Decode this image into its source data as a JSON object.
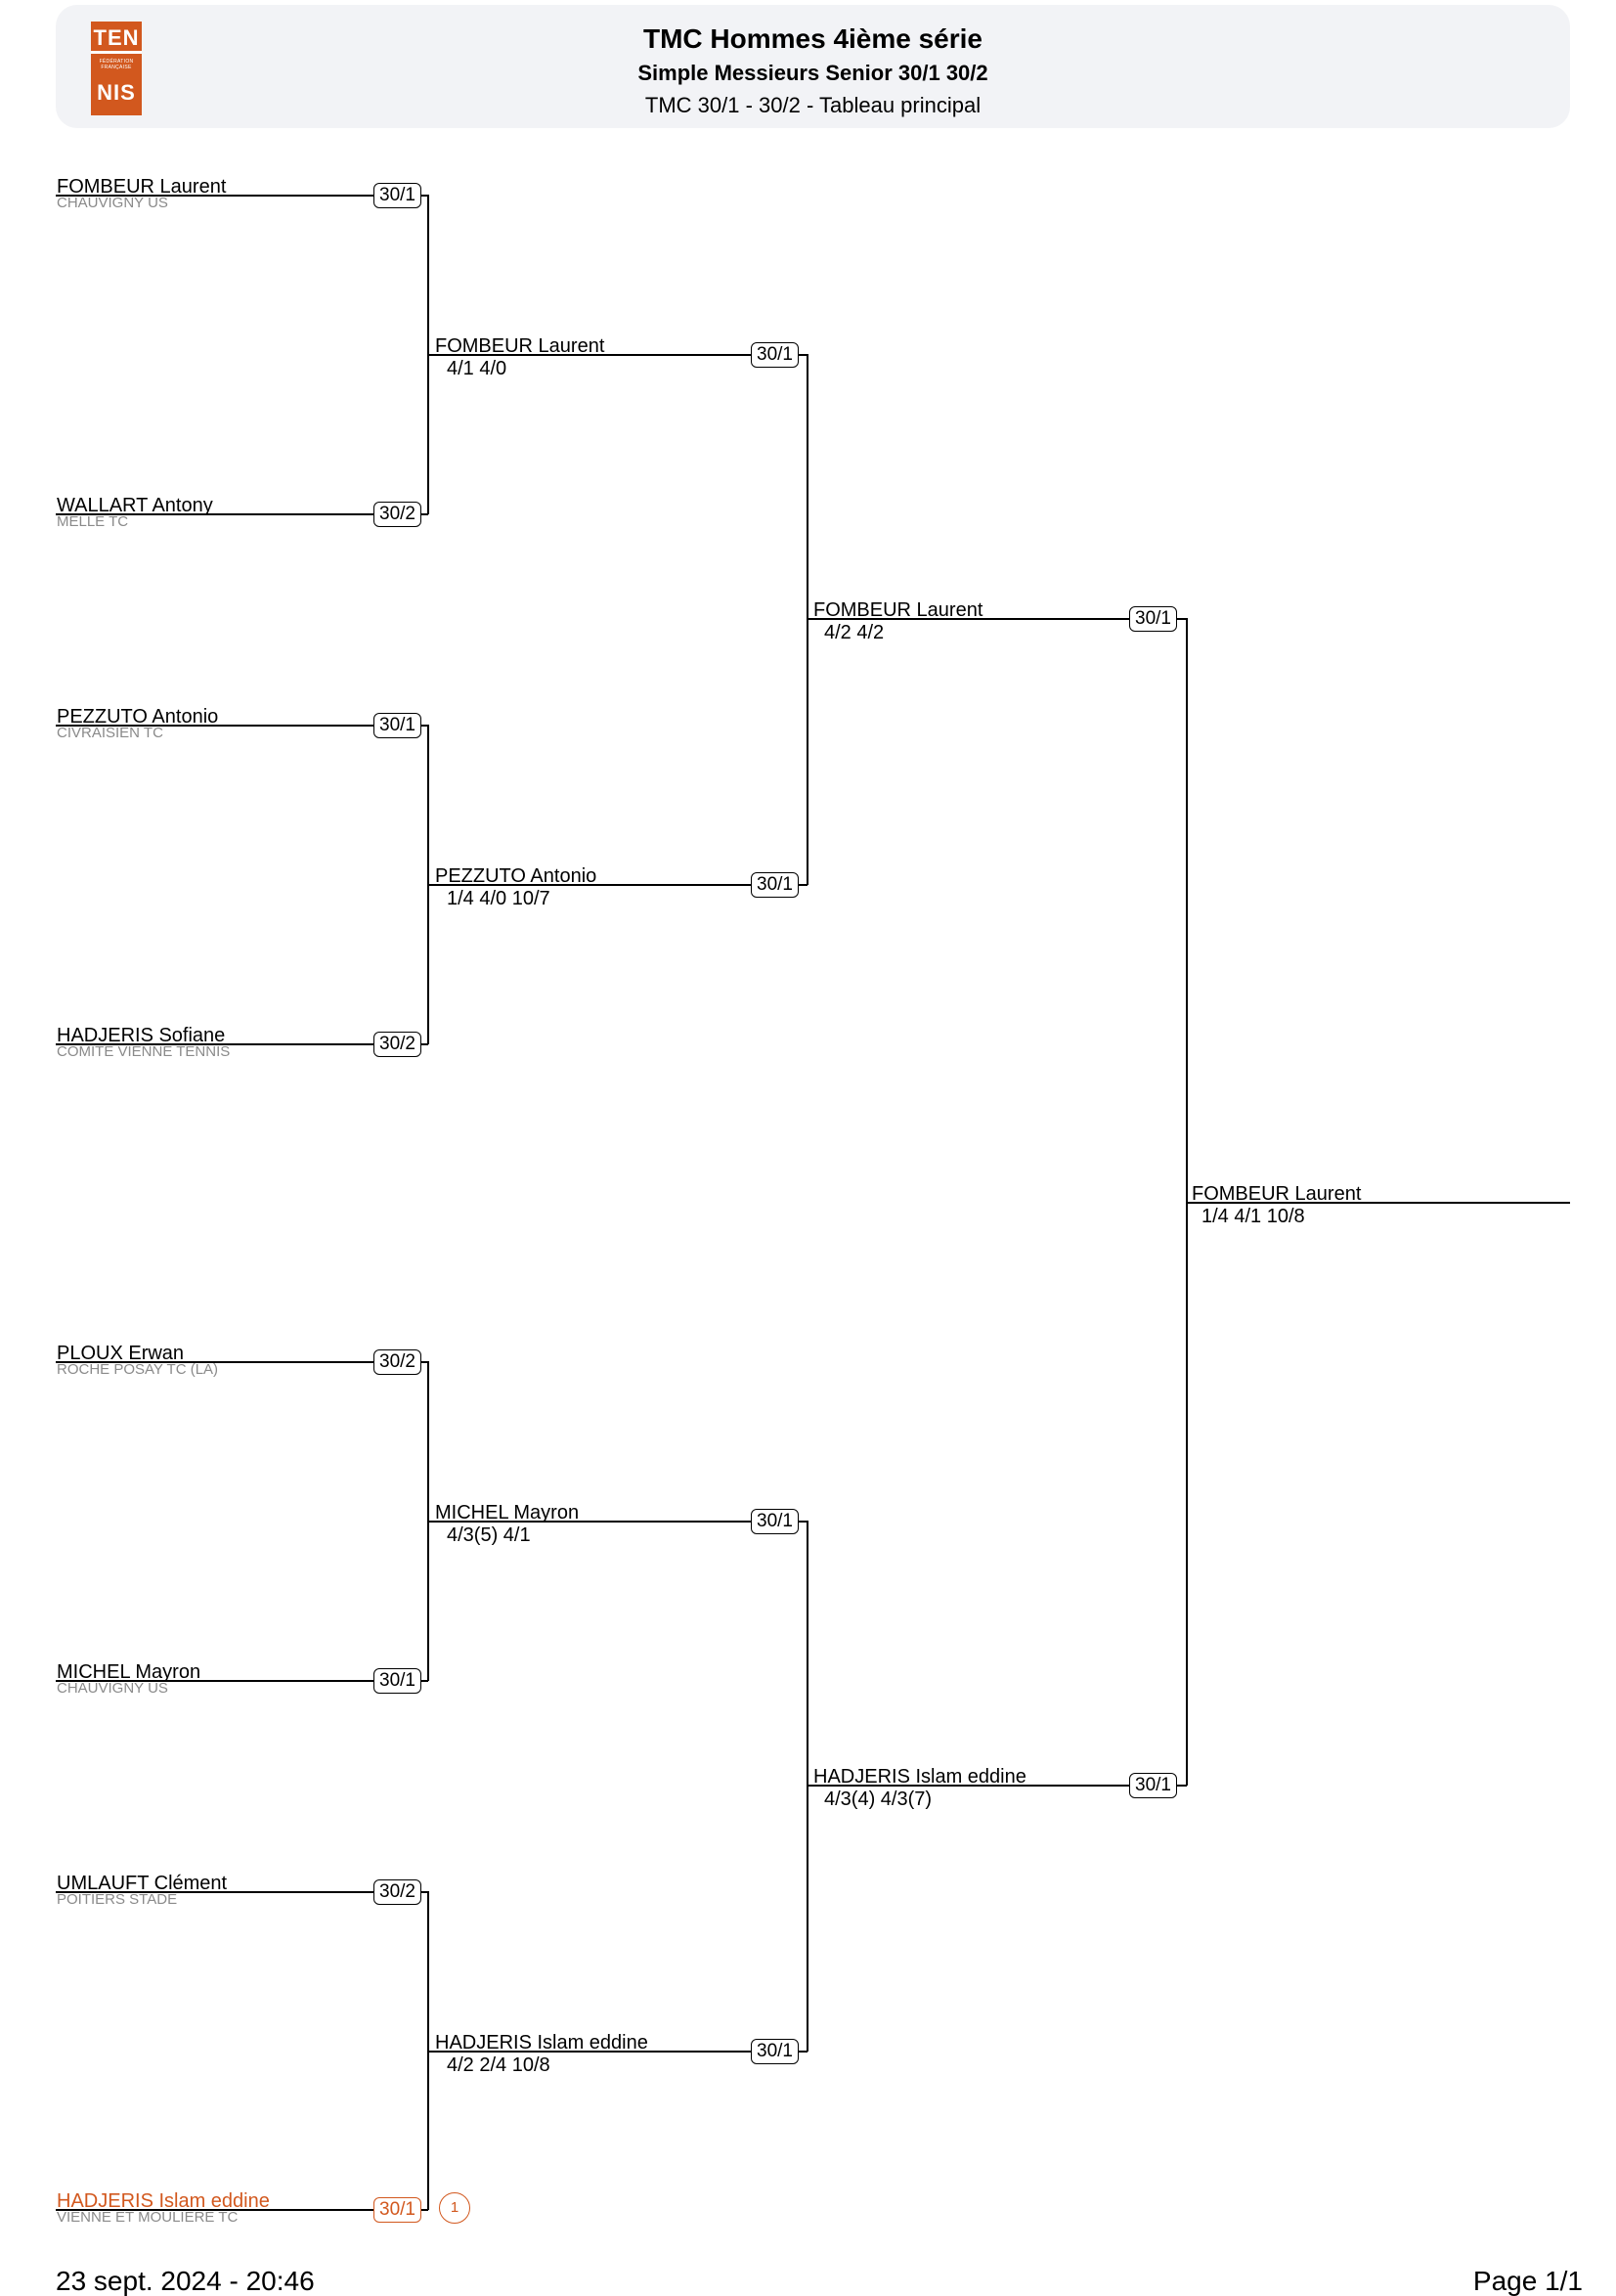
{
  "header": {
    "logo_top": "TEN",
    "logo_small": "FÉDÉRATION FRANÇAISE",
    "logo_bottom": "NIS",
    "title": "TMC Hommes 4ième série",
    "subtitle": "Simple Messieurs Senior 30/1 30/2",
    "draw": "TMC 30/1 - 30/2 - Tableau principal"
  },
  "round1": [
    {
      "name": "FOMBEUR Laurent",
      "club": "CHAUVIGNY US",
      "rank": "30/1"
    },
    {
      "name": "WALLART Antony",
      "club": "MELLE TC",
      "rank": "30/2"
    },
    {
      "name": "PEZZUTO Antonio",
      "club": "CIVRAISIEN TC",
      "rank": "30/1"
    },
    {
      "name": "HADJERIS Sofiane",
      "club": "COMITE VIENNE TENNIS",
      "rank": "30/2"
    },
    {
      "name": "PLOUX Erwan",
      "club": "ROCHE POSAY TC  (LA)",
      "rank": "30/2"
    },
    {
      "name": "MICHEL Mayron",
      "club": "CHAUVIGNY US",
      "rank": "30/1"
    },
    {
      "name": "UMLAUFT Clément",
      "club": "POITIERS STADE",
      "rank": "30/2"
    },
    {
      "name": "HADJERIS Islam eddine",
      "club": "VIENNE ET MOULIERE TC",
      "rank": "30/1",
      "seed": "1"
    }
  ],
  "round2": [
    {
      "name": "FOMBEUR Laurent",
      "score": "4/1 4/0",
      "rank": "30/1"
    },
    {
      "name": "PEZZUTO Antonio",
      "score": "1/4 4/0 10/7",
      "rank": "30/1"
    },
    {
      "name": "MICHEL Mayron",
      "score": "4/3(5) 4/1",
      "rank": "30/1"
    },
    {
      "name": "HADJERIS Islam eddine",
      "score": "4/2 2/4 10/8",
      "rank": "30/1"
    }
  ],
  "round3": [
    {
      "name": "FOMBEUR Laurent",
      "score": "4/2 4/2",
      "rank": "30/1"
    },
    {
      "name": "HADJERIS Islam eddine",
      "score": "4/3(4) 4/3(7)",
      "rank": "30/1"
    }
  ],
  "final": {
    "name": "FOMBEUR Laurent",
    "score": "1/4 4/1 10/8"
  },
  "footer": {
    "date": "23 sept. 2024 - 20:46",
    "page": "Page 1/1"
  },
  "colors": {
    "accent": "#d2581e",
    "header_bg": "#f2f3f6",
    "club_text": "#8a8a8a"
  }
}
